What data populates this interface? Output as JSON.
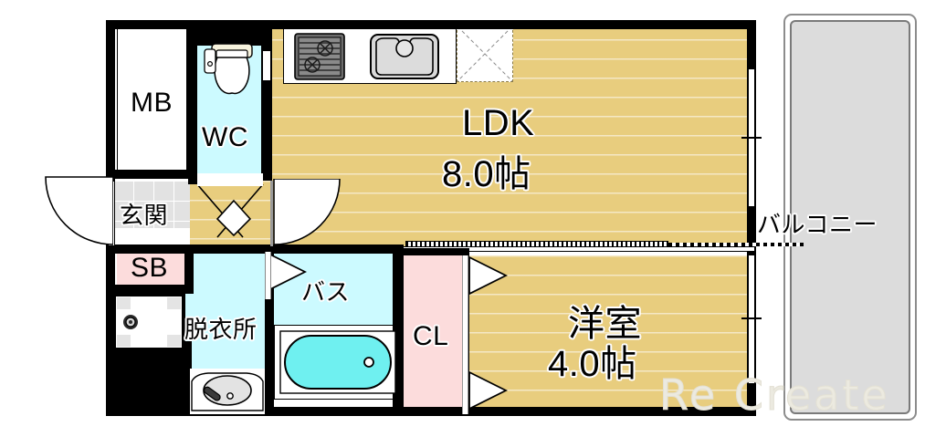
{
  "document": {
    "type": "floor-plan",
    "watermark": "Re Create"
  },
  "rooms": [
    {
      "key": "mb",
      "label": "MB",
      "name": "meter-box"
    },
    {
      "key": "wc",
      "label": "WC",
      "name": "toilet-room"
    },
    {
      "key": "ldk",
      "label": "LDK",
      "area": "8.0帖",
      "name": "living-dining-kitchen"
    },
    {
      "key": "genkan",
      "label": "玄関",
      "name": "entrance"
    },
    {
      "key": "sb",
      "label": "SB",
      "name": "shoe-box"
    },
    {
      "key": "datsuijo",
      "label": "脱衣所",
      "name": "dressing-room"
    },
    {
      "key": "bath",
      "label": "バス",
      "name": "bathroom"
    },
    {
      "key": "cl",
      "label": "CL",
      "name": "closet"
    },
    {
      "key": "yoshitsu",
      "label": "洋室",
      "area": "4.0帖",
      "name": "western-room"
    },
    {
      "key": "balcony",
      "label": "バルコニー",
      "name": "balcony"
    }
  ],
  "labels": {
    "mb": "MB",
    "wc": "WC",
    "ldk_name": "LDK",
    "ldk_area": "8.0帖",
    "genkan": "玄関",
    "sb": "SB",
    "datsuijo": "脱衣所",
    "bath": "バス",
    "cl": "CL",
    "yoshitsu_name": "洋室",
    "yoshitsu_area": "4.0帖",
    "balcony": "バルコニー"
  },
  "fixtures": [
    {
      "name": "gas-stove",
      "room": "ldk"
    },
    {
      "name": "kitchen-sink",
      "room": "ldk"
    },
    {
      "name": "washing-machine-space",
      "room": "ldk"
    },
    {
      "name": "toilet",
      "room": "wc"
    },
    {
      "name": "washing-machine-pan",
      "room": "datsuijo"
    },
    {
      "name": "vanity-sink",
      "room": "datsuijo"
    },
    {
      "name": "bathtub",
      "room": "bath"
    }
  ],
  "colors": {
    "wood_floor": "#e8cd7e",
    "water_area": "#ccfaff",
    "closet": "#fcdcdc",
    "balcony": "#dcdcdc",
    "wall": "#000000",
    "bathtub_water": "#6ff0f0",
    "entry_tile": "#e2e2e2"
  }
}
